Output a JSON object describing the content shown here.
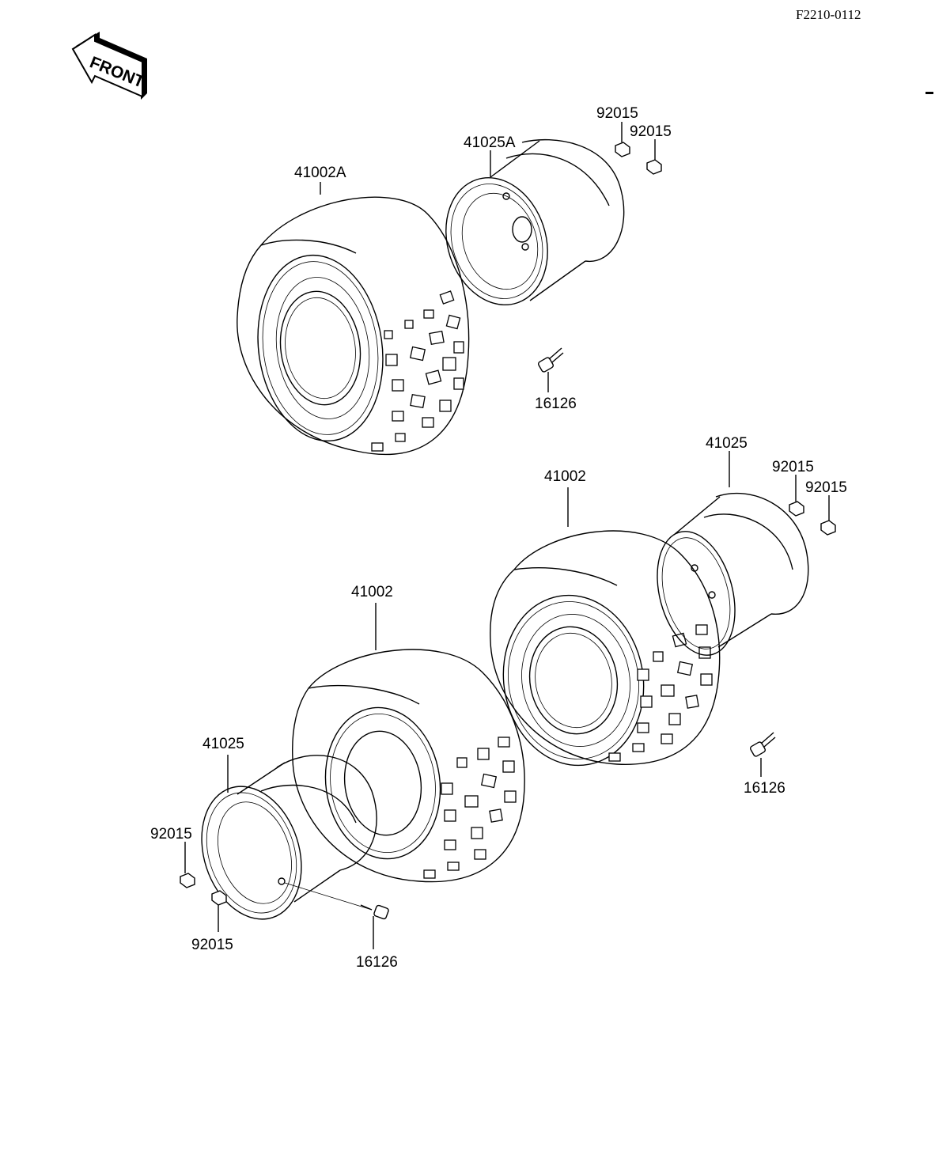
{
  "drawing_code": "F2210-0112",
  "front_arrow_text": "FRONT",
  "labels": {
    "front_left_tire": "41002A",
    "front_left_wheel": "41025A",
    "front_left_nut_a": "92015",
    "front_left_nut_b": "92015",
    "front_left_valve": "16126",
    "rear_right_tire": "41002",
    "rear_right_wheel": "41025",
    "rear_right_nut_a": "92015",
    "rear_right_nut_b": "92015",
    "rear_right_valve": "16126",
    "rear_left_tire": "41002",
    "rear_left_wheel": "41025",
    "rear_left_nut_a": "92015",
    "rear_left_nut_b": "92015",
    "rear_left_valve": "16126"
  }
}
